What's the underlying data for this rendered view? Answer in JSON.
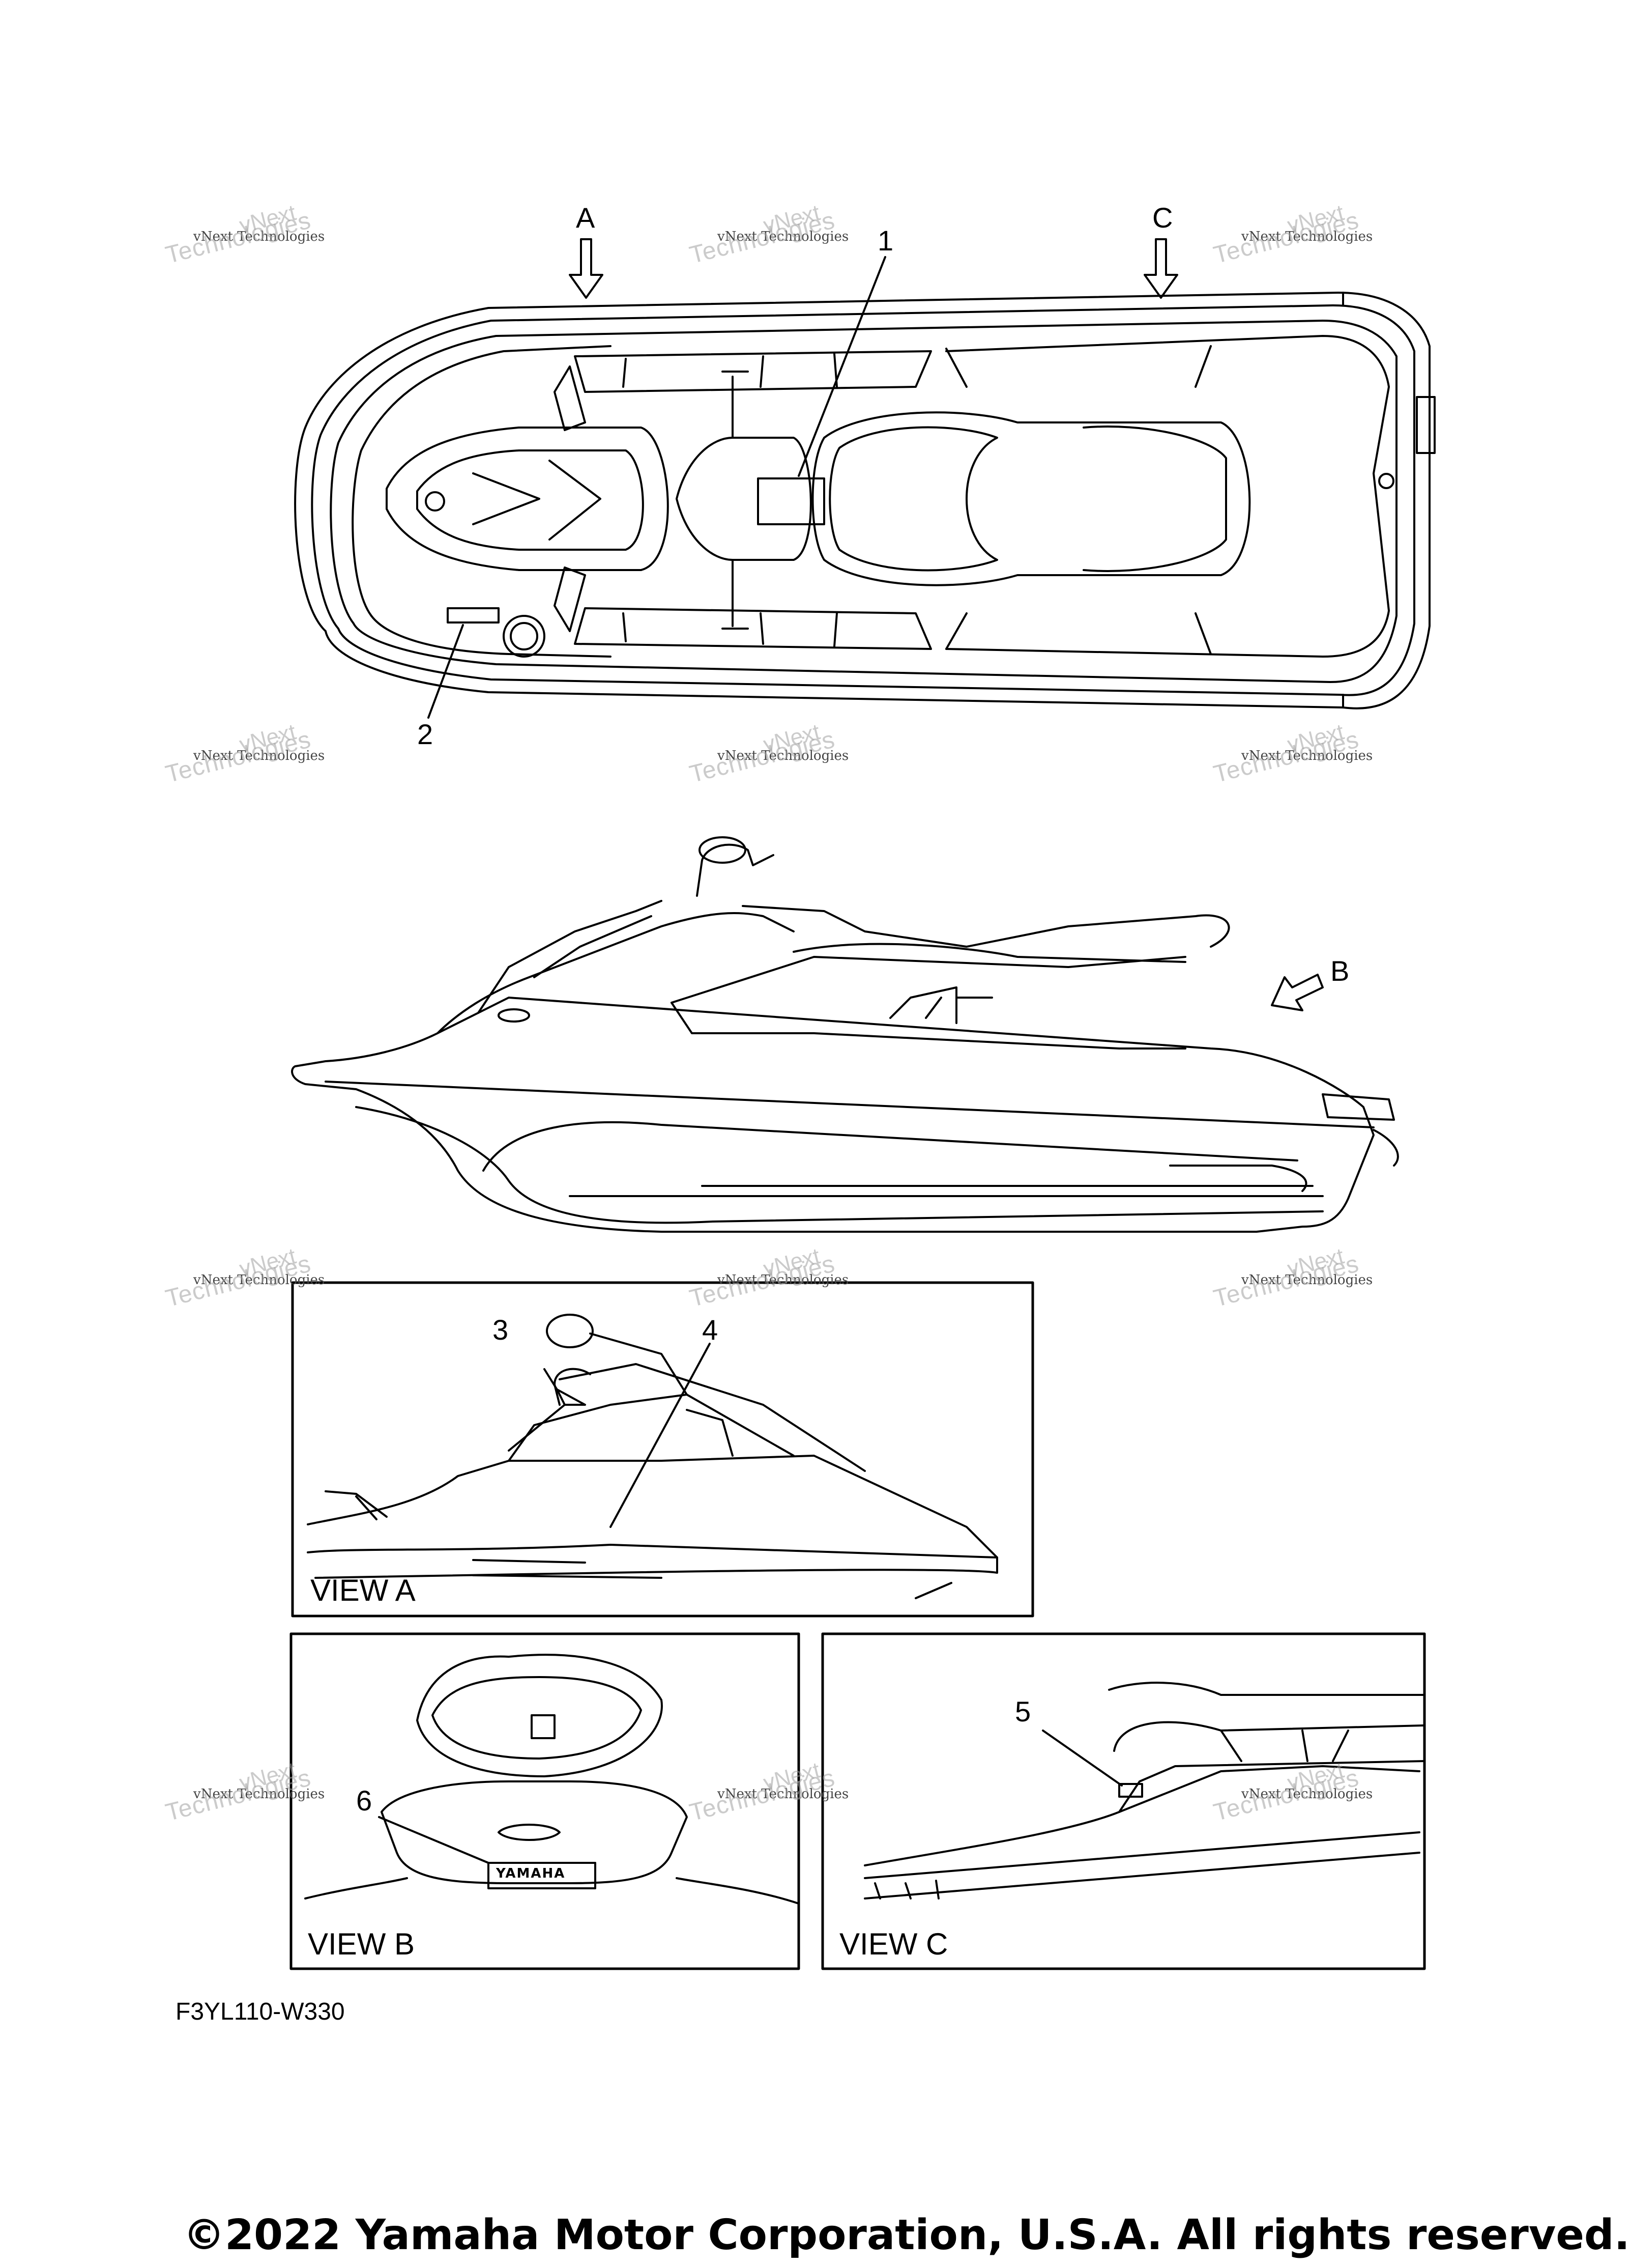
{
  "callouts": {
    "arrow_a": "A",
    "arrow_b": "B",
    "arrow_c": "C",
    "part_1": "1",
    "part_2": "2",
    "part_3": "3",
    "part_4": "4",
    "part_5": "5",
    "part_6": "6"
  },
  "views": {
    "view_a": "VIEW A",
    "view_b": "VIEW B",
    "view_c": "VIEW C"
  },
  "stern_badge": "YAMAHA",
  "figure_code": "F3YL110-W330",
  "copyright": "©2022 Yamaha Motor Corporation, U.S.A. All rights reserved.",
  "watermark": {
    "line1": "vNext Technologies",
    "line2": "Technologies",
    "line3": "vNext"
  }
}
